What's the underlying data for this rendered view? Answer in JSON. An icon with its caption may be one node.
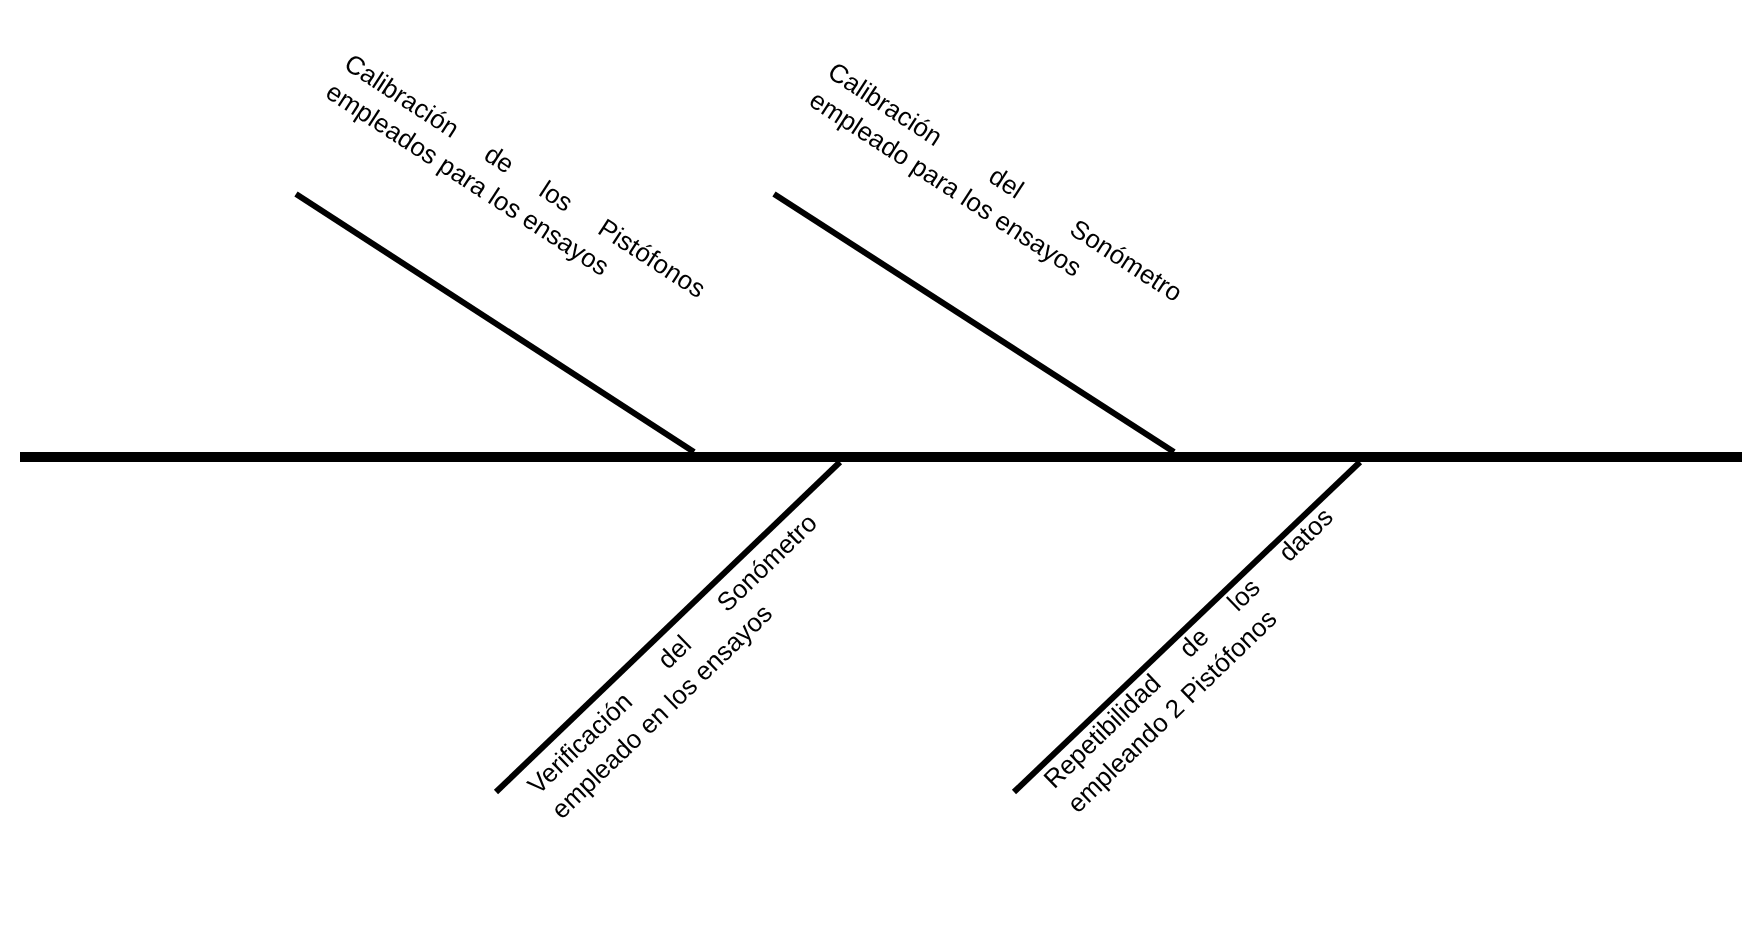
{
  "diagram": {
    "nodes": [
      {
        "text": [
          "Calibración de los Pistófonos empleados para los ensayos"
        ]
      },
      {
        "text": [
          "Calibración del Sonómetro empleado para los ensayos"
        ]
      },
      {
        "text": [],
        "shape": "bar"
      },
      {
        "text": [
          "Verificación del Sonómetro empleado en los ensayos"
        ]
      },
      {
        "text": [
          "Repetibilidad de los datos empleando 2 Pistófonos"
        ]
      }
    ],
    "edges": [
      {
        "from": 0,
        "to": 2,
        "arrow": "none"
      },
      {
        "from": 1,
        "to": 2,
        "arrow": "none"
      },
      {
        "from": 3,
        "to": 2,
        "arrow": "none"
      },
      {
        "from": 4,
        "to": 2,
        "arrow": "none"
      }
    ]
  }
}
